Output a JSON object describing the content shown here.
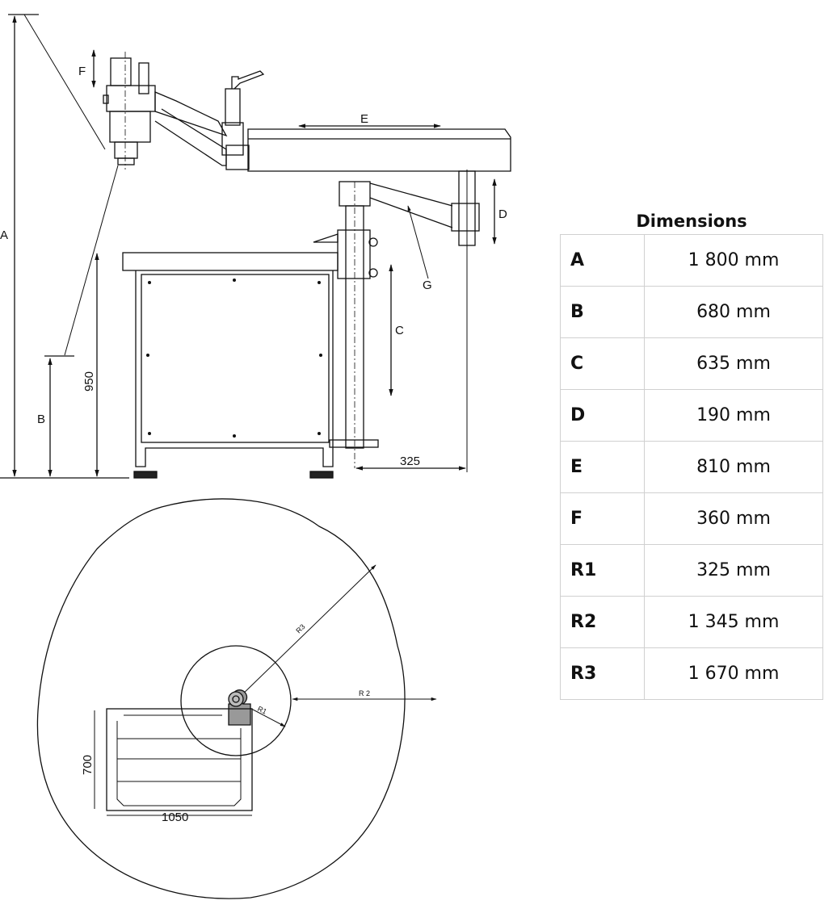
{
  "side_view": {
    "labels": {
      "A": "A",
      "B": "B",
      "C": "C",
      "D": "D",
      "E": "E",
      "F": "F",
      "G": "G"
    },
    "table_height": "950",
    "column_offset": "325"
  },
  "top_view": {
    "labels": {
      "R1": "R1",
      "R2": "R 2",
      "R3": "R3"
    },
    "table_width": "1050",
    "table_depth": "700"
  },
  "dimensions": {
    "title": "Dimensions",
    "rows": [
      {
        "key": "A",
        "value": "1 800 mm"
      },
      {
        "key": "B",
        "value": "680 mm"
      },
      {
        "key": "C",
        "value": "635 mm"
      },
      {
        "key": "D",
        "value": "190 mm"
      },
      {
        "key": "E",
        "value": "810 mm"
      },
      {
        "key": "F",
        "value": "360 mm"
      },
      {
        "key": "R1",
        "value": "325 mm"
      },
      {
        "key": "R2",
        "value": "1 345 mm"
      },
      {
        "key": "R3",
        "value": "1 670 mm"
      }
    ]
  }
}
